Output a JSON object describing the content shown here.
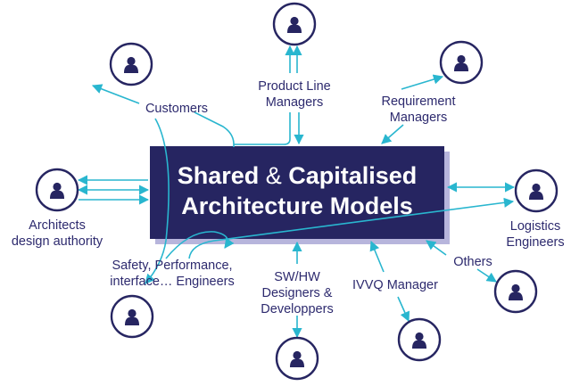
{
  "center": {
    "line1a": "Shared ",
    "amp": "&",
    "line1b": " Capitalised",
    "line2": "Architecture Models"
  },
  "labels": {
    "product_line_managers": [
      "Product Line",
      "Managers"
    ],
    "customers": "Customers",
    "requirement_managers": [
      "Requirement",
      "Managers"
    ],
    "architects": [
      "Architects",
      "design authority"
    ],
    "logistics": [
      "Logistics",
      "Engineers"
    ],
    "safety": [
      "Safety, Performance,",
      "interface… Engineers"
    ],
    "swhw": [
      "SW/HW",
      "Designers &",
      "Developpers"
    ],
    "ivvq": "IVVQ Manager",
    "others": "Others"
  },
  "colors": {
    "box": "#262561",
    "text": "#2d2a6e",
    "arrow": "#29b6cf",
    "shadow": "#b7b5dc"
  },
  "icons": [
    "person-icon"
  ]
}
